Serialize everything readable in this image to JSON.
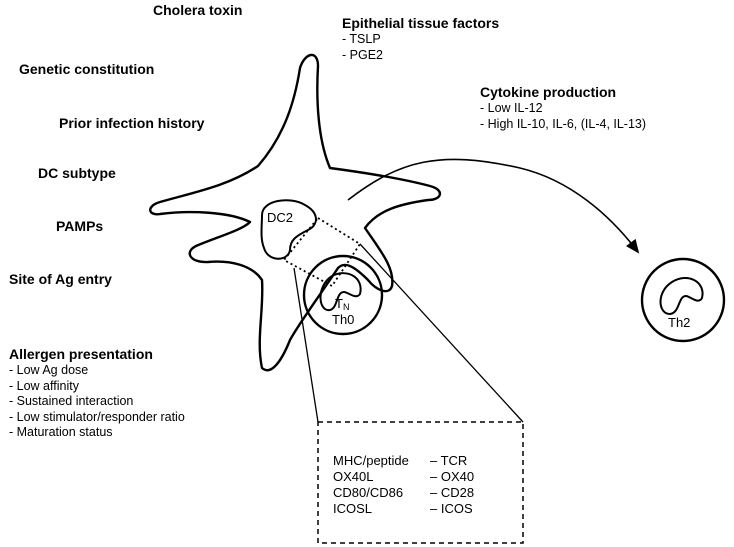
{
  "factors": {
    "cholera_toxin": "Cholera toxin",
    "genetic_constitution": "Genetic constitution",
    "prior_infection_history": "Prior infection history",
    "dc_subtype": "DC subtype",
    "pamps": "PAMPs",
    "site_of_ag_entry": "Site of Ag entry"
  },
  "epithelial": {
    "title": "Epithelial tissue factors",
    "items": [
      "- TSLP",
      "- PGE2"
    ]
  },
  "cytokine": {
    "title": "Cytokine production",
    "items": [
      "- Low IL-12",
      "- High IL-10, IL-6, (IL-4, IL-13)"
    ]
  },
  "allergen": {
    "title": "Allergen presentation",
    "items": [
      "- Low Ag dose",
      "- Low affinity",
      "- Sustained interaction",
      "- Low stimulator/responder ratio",
      "- Maturation status"
    ]
  },
  "cells": {
    "dc_label": "DC2",
    "tn_main": "T",
    "tn_sub": "N",
    "th0_label": "Th0",
    "th2_label": "Th2"
  },
  "synapse": {
    "pairs": [
      {
        "left": "MHC/peptide",
        "right": "– TCR"
      },
      {
        "left": "OX40L",
        "right": "– OX40"
      },
      {
        "left": "CD80/CD86",
        "right": "– CD28"
      },
      {
        "left": "ICOSL",
        "right": "– ICOS"
      }
    ]
  }
}
